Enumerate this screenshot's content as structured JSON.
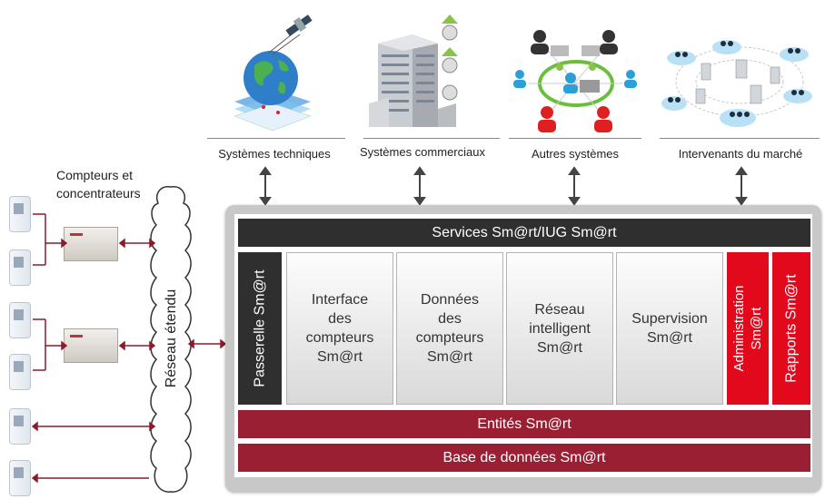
{
  "systems": [
    {
      "label": "Systèmes techniques",
      "icon": "satellite-globe-icon"
    },
    {
      "label": "Systèmes commerciaux",
      "icon": "office-building-icon"
    },
    {
      "label": "Autres systèmes",
      "icon": "people-network-icon"
    },
    {
      "label": "Intervenants du marché",
      "icon": "cloud-network-icon"
    }
  ],
  "left": {
    "heading": "Compteurs et\nconcentrateurs",
    "wan_label": "Réseau étendu"
  },
  "platform": {
    "services": "Services Sm@rt/IUG Sm@rt",
    "gateway": "Passerelle Sm@rt",
    "modules": [
      "Interface\ndes\ncompteurs\nSm@rt",
      "Données\ndes\ncompteurs\nSm@rt",
      "Réseau\nintelligent\nSm@rt",
      "Supervision\nSm@rt"
    ],
    "admin": "Administration\nSm@rt",
    "reports": "Rapports Sm@rt",
    "entities": "Entités Sm@rt",
    "database": "Base de données Sm@rt"
  },
  "colors": {
    "dark_bar": "#2f2f2f",
    "maroon_bar": "#9b1f33",
    "red_module": "#e1091b",
    "connector": "#8a1a2c"
  }
}
